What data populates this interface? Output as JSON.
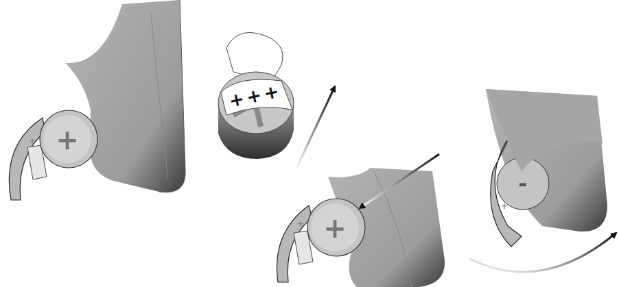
{
  "diagram": {
    "labels": [
      "+",
      "+",
      "+++",
      "+",
      "+",
      "-",
      "+"
    ]
  }
}
